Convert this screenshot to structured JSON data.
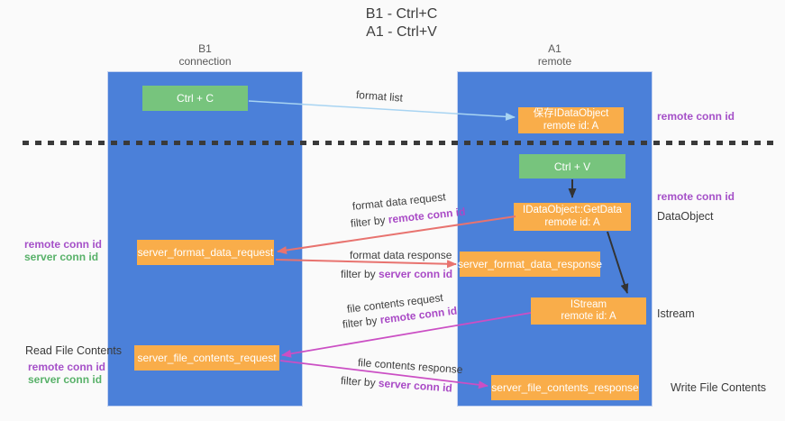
{
  "title": {
    "line1": "B1 - Ctrl+C",
    "line2": "A1 - Ctrl+V"
  },
  "lifelines": {
    "left": {
      "name": "B1",
      "role": "connection"
    },
    "right": {
      "name": "A1",
      "role": "remote"
    }
  },
  "boxes": {
    "ctrl_c": "Ctrl + C",
    "ctrl_v": "Ctrl + V",
    "save_dataobject": {
      "line1": "保存IDataObject",
      "line2": "remote id: A"
    },
    "getdata": {
      "line1": "IDataObject::GetData",
      "line2": "remote id: A"
    },
    "istream": {
      "line1": "IStream",
      "line2": "remote id: A"
    },
    "format_request": "server_format_data_request",
    "format_response": "server_format_data_response",
    "file_request": "server_file_contents_request",
    "file_response": "server_file_contents_response"
  },
  "arrow_labels": {
    "format_list": "format list",
    "format_data_request": {
      "text": "format data request",
      "filter_prefix": "filter by ",
      "filter_key": "remote conn id"
    },
    "format_data_response": {
      "text": "format data response",
      "filter_prefix": "filter by ",
      "filter_key": "server conn id"
    },
    "file_contents_request": {
      "text": "file contents request",
      "filter_prefix": "filter by ",
      "filter_key": "remote conn id"
    },
    "file_contents_response": {
      "text": "file contents response",
      "filter_prefix": "filter by ",
      "filter_key": "server conn id"
    }
  },
  "side_labels": {
    "right_remote_conn_top": "remote conn id",
    "right_remote_conn_mid": "remote conn id",
    "right_dataobject": "DataObject",
    "right_istream": "Istream",
    "right_write_file": "Write File Contents",
    "left_remote_conn_1": "remote conn id",
    "left_server_conn_1": "server conn id",
    "left_read_file": "Read File Contents",
    "left_remote_conn_2": "remote conn id",
    "left_server_conn_2": "server conn id"
  },
  "colors": {
    "lifeline_blue": "#4b80d9",
    "action_green": "#77c47d",
    "message_orange": "#f9ad4a",
    "request_salmon": "#e8736f",
    "file_magenta": "#cb4fc4",
    "format_list_blue": "#a8d4f2",
    "black_arrow": "#333333",
    "remote_conn_purple": "#a550c8",
    "server_conn_green": "#58b169",
    "filter_key_purple": "#a94ac6"
  }
}
